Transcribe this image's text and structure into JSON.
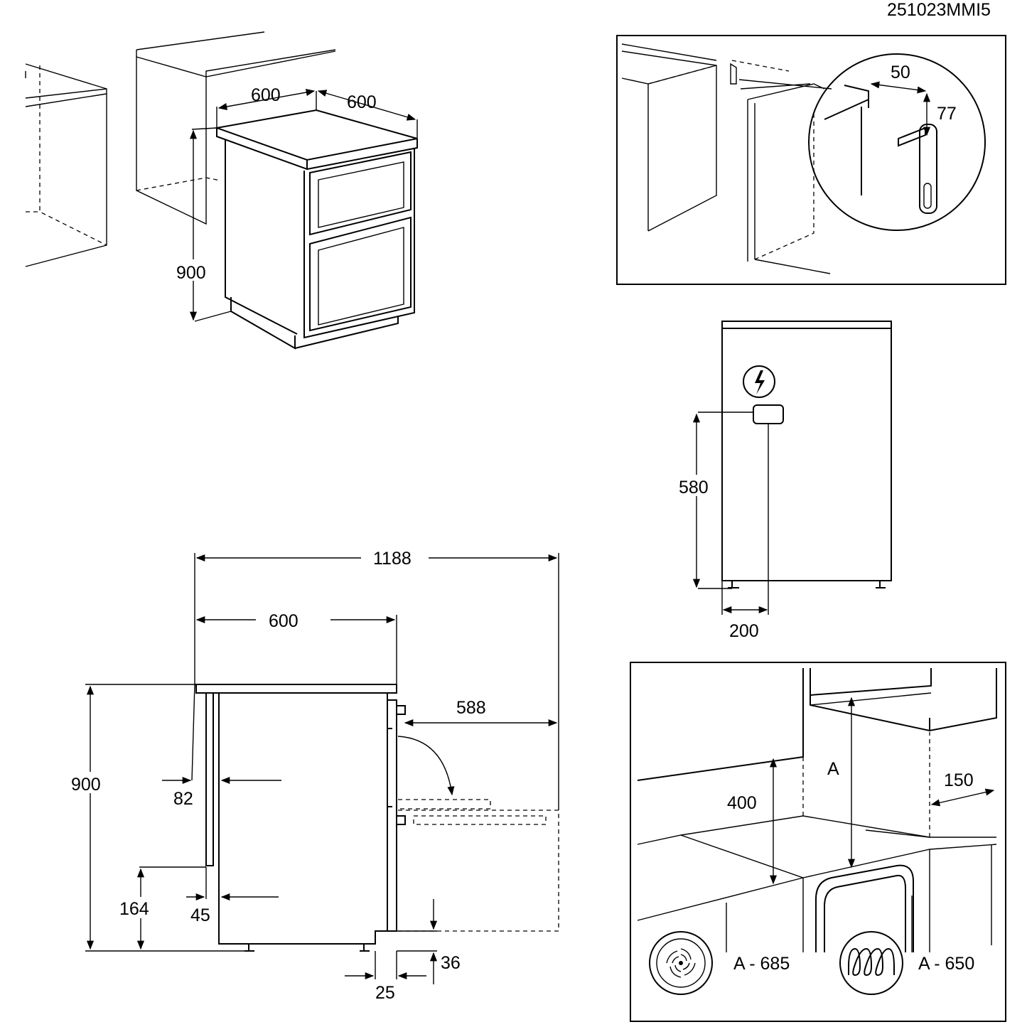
{
  "code": "251023MMI5",
  "installation": {
    "width": "600",
    "depth": "600",
    "height": "900"
  },
  "fixing_bracket": {
    "offset": "50",
    "height": "77"
  },
  "electrical": {
    "height": "580",
    "offset": "200",
    "symbol": "electrical-connection-icon"
  },
  "side_view": {
    "total_depth": "1188",
    "width": "600",
    "door_open": "588",
    "height": "900",
    "back_offset": "82",
    "panel_height": "164",
    "panel_offset": "45",
    "foot_height": "36",
    "foot_offset": "25"
  },
  "clearance": {
    "height_label": "A",
    "side_height": "400",
    "side_gap": "150",
    "fan_label": "A - 685",
    "coil_label": "A - 650",
    "fan_icon": "fan-oven-icon",
    "coil_icon": "heating-element-icon"
  }
}
